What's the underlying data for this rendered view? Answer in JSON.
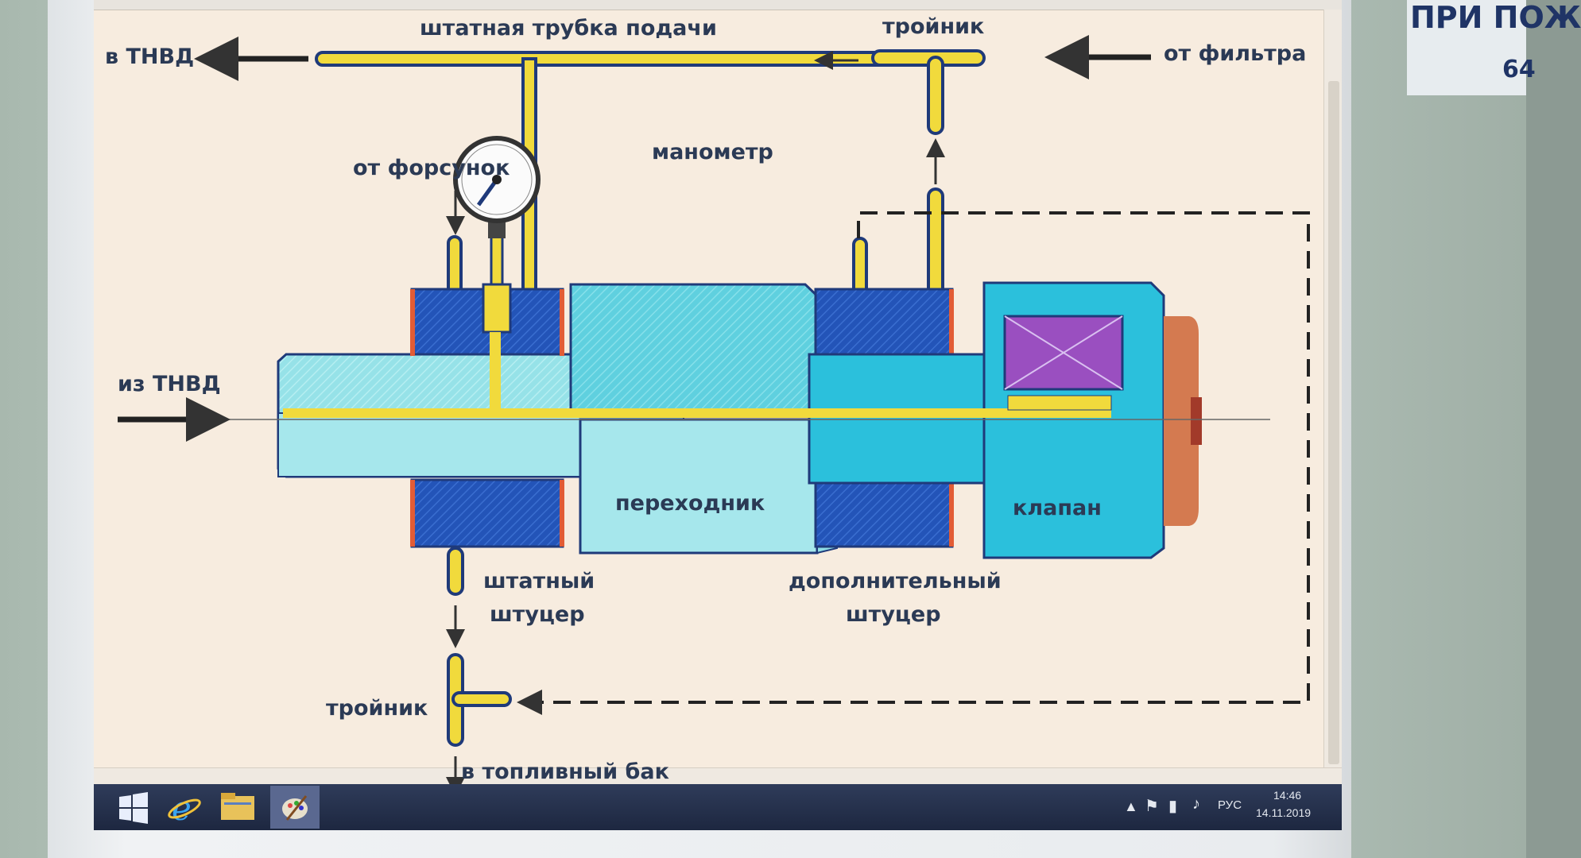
{
  "diagram": {
    "label_to_tnvd": "в ТНВД",
    "label_standard_tube": "штатная трубка подачи",
    "label_tee_top": "тройник",
    "label_from_filter": "от фильтра",
    "label_from_injectors": "от форсунок",
    "label_gauge": "манометр",
    "label_from_tnvd": "из ТНВД",
    "label_adapter": "переходник",
    "label_valve": "клапан",
    "label_standard_fitting_1": "штатный",
    "label_standard_fitting_2": "штуцер",
    "label_extra_fitting_1": "дополнительный",
    "label_extra_fitting_2": "штуцер",
    "label_tee_bottom": "тройник",
    "label_to_tank": "в топливный бак"
  },
  "side_poster": {
    "text": "ПРИ ПОЖ",
    "number": "64"
  },
  "taskbar": {
    "language": "РУС",
    "time": "14:46",
    "date": "14.11.2019"
  },
  "colors": {
    "tube_yellow": "#f1da3c",
    "body_cyan": "#2bc0dc",
    "adapter_light": "#a6e7ec",
    "fitting_blue": "#1f4fb4",
    "coil_purple": "#9a4fc0",
    "cap_orange": "#d47a50"
  },
  "icons": [
    "start-icon",
    "ie-icon",
    "explorer-icon",
    "paint-icon",
    "flag-icon",
    "network-icon",
    "volume-icon"
  ]
}
